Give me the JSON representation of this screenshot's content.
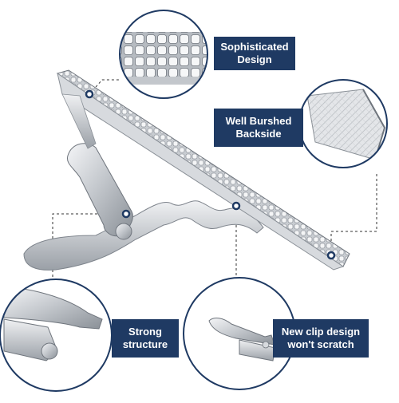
{
  "callouts": {
    "sophisticated": {
      "line1": "Sophisticated",
      "line2": "Design"
    },
    "backside": {
      "line1": "Well Burshed",
      "line2": "Backside"
    },
    "strong": {
      "line1": "Strong",
      "line2": "structure"
    },
    "new_clip": {
      "line1": "New clip design",
      "line2": "won't scratch"
    }
  },
  "colors": {
    "label_bg": "#1f3a63",
    "metal_light": "#e6e8eb",
    "metal_mid": "#b9bdc3",
    "metal_dark": "#7e848c",
    "marker": "#1f3a63"
  }
}
